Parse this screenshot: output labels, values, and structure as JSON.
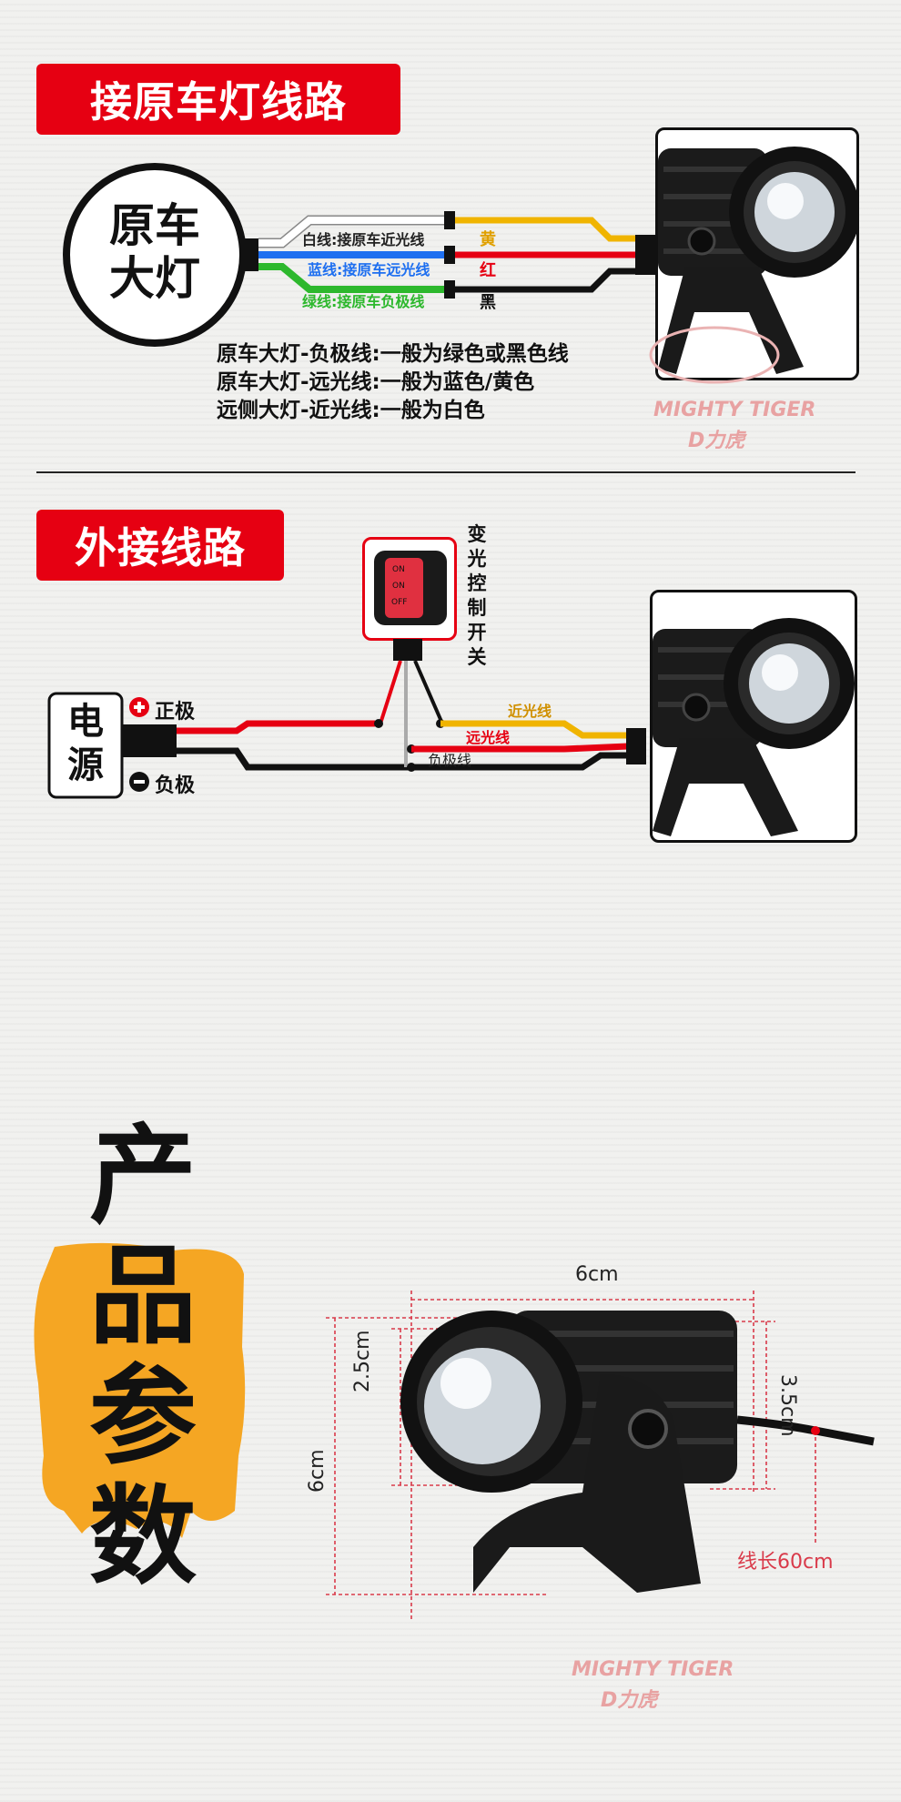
{
  "section1": {
    "title": "接原车灯线路",
    "headlight_label": [
      "原车",
      "大灯"
    ],
    "wires": [
      {
        "label": "白线:接原车近光线",
        "color": "#ffffff"
      },
      {
        "label": "蓝线:接原车远光线",
        "color": "#1e6ff0"
      },
      {
        "label": "绿线:接原车负极线",
        "color": "#2db82d"
      }
    ],
    "lamp_wires": [
      {
        "label": "黄",
        "color": "#f0b400"
      },
      {
        "label": "红",
        "color": "#e60012"
      },
      {
        "label": "黑",
        "color": "#111111"
      }
    ],
    "notes": [
      "原车大灯-负极线:一般为绿色或黑色线",
      "原车大灯-远光线:一般为蓝色/黄色",
      "远侧大灯-近光线:一般为白色"
    ]
  },
  "section2": {
    "title": "外接线路",
    "switch_label": "变光控制开关",
    "switch_buttons": [
      "ON",
      "ON",
      "OFF"
    ],
    "power_label": [
      "电",
      "源"
    ],
    "positive_label": "正极",
    "negative_label": "负极",
    "wire_labels": [
      "近光线",
      "远光线",
      "负极线"
    ]
  },
  "section3": {
    "title_chars": [
      "产",
      "品",
      "参",
      "数"
    ],
    "dims": {
      "width": "6cm",
      "lens_height": "2.5cm",
      "total_height": "6cm",
      "body_height": "3.5cm",
      "wire_length": "线长60cm"
    }
  },
  "watermark": {
    "brand": "MIGHTY TIGER",
    "brand_cn": "D力虎"
  },
  "colors": {
    "accent_red": "#e60012",
    "accent_orange": "#f5a623",
    "dim_red": "#d93a4a"
  }
}
